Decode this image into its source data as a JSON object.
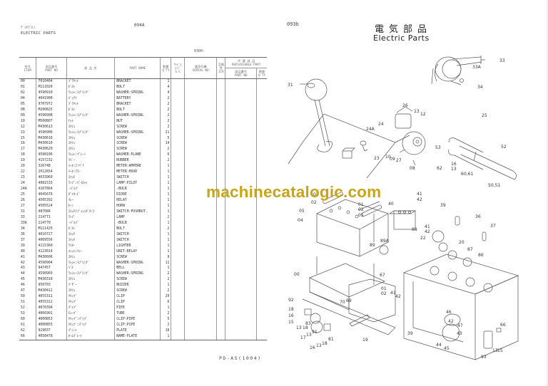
{
  "left_page": {
    "page_code": "094A",
    "header_jp": "ﾃﾞﾝｷﾌﾞﾋﾝ",
    "header_en": "ELECTRIC PARTS",
    "serial_range": "0300-",
    "columns": {
      "item": [
        "符号",
        "ITEM"
      ],
      "part_no": [
        "部品番号",
        "PART NO"
      ],
      "name_jp": "部 品 名",
      "part_name": "PART NAME",
      "qty": [
        "数量",
        "Q'TY"
      ],
      "sc": [
        "ｻｰﾋﾞｽ",
        "ｺｰﾄﾞ",
        "S-C"
      ],
      "serial": [
        "適用号機",
        "SERIAL NO"
      ],
      "ica": [
        "互換性",
        "ICA"
      ],
      "replaceable": "代 替 部 品",
      "replaceable_en": "REPLACEABLE PART",
      "r_part_no": [
        "部品番号",
        "PART NO"
      ],
      "r_qty": [
        "数量",
        "Q'TY"
      ]
    },
    "rows": [
      {
        "item": "00",
        "part_no": "7010404",
        "name_jp": "ﾌﾞﾗｹｯﾄ",
        "part_name": "BRACKET",
        "qty": "1"
      },
      {
        "item": "01",
        "part_no": "M111020",
        "name_jp": "ﾎﾞﾙﾄ",
        "part_name": "BOLT",
        "qty": "4"
      },
      {
        "item": "02",
        "part_no": "4590910",
        "name_jp": "ﾜｯｼｬ:ｽﾌﾟﾘﾝｸﾞ",
        "part_name": "WASHER:SPRING",
        "qty": "4"
      },
      {
        "item": "04",
        "part_no": "4041908",
        "name_jp": "ﾊﾞｯﾃﾘ",
        "part_name": "BATTERY",
        "qty": "2"
      },
      {
        "item": "05",
        "part_no": "9707972",
        "name_jp": "ﾌﾞﾗｹｯﾄ",
        "part_name": "BRACKET",
        "qty": "2"
      },
      {
        "item": "08",
        "part_no": "M200825",
        "name_jp": "ﾎﾞﾙﾄ",
        "part_name": "BOLT",
        "qty": "2"
      },
      {
        "item": "09",
        "part_no": "4590908",
        "name_jp": "ﾜｯｼｬ:ｽﾌﾟﾘﾝｸﾞ",
        "part_name": "WASHER:SPRING",
        "qty": "2"
      },
      {
        "item": "10",
        "part_no": "M500807",
        "name_jp": "ﾅｯﾄ",
        "part_name": "NUT",
        "qty": "2"
      },
      {
        "item": "12",
        "part_no": "M430613",
        "name_jp": "ｽｸﾘｭ",
        "part_name": "SCREW",
        "qty": "2"
      },
      {
        "item": "13",
        "part_no": "4590906",
        "name_jp": "ﾜｯｼｬ:ｽﾌﾟﾘﾝｸﾞ",
        "part_name": "WASHER:SPRING",
        "qty": "21"
      },
      {
        "item": "15",
        "part_no": "M430616",
        "name_jp": "ｽｸﾘｭ",
        "part_name": "SCREW",
        "qty": "5"
      },
      {
        "item": "16",
        "part_no": "M430610",
        "name_jp": "ｽｸﾘｭ",
        "part_name": "SCREW",
        "qty": "14"
      },
      {
        "item": "17",
        "part_no": "M430620",
        "name_jp": "ｽｸﾘｭ",
        "part_name": "SCREW",
        "qty": "2"
      },
      {
        "item": "18",
        "part_no": "4590106",
        "name_jp": "ﾜｯｼｬ:ﾌﾟﾚｰﾝ",
        "part_name": "WASHER:PLANE",
        "qty": "6"
      },
      {
        "item": "19",
        "part_no": "4157232",
        "name_jp": "ﾗﾊﾞｰ",
        "part_name": "RUBBER",
        "qty": "2"
      },
      {
        "item": "20",
        "part_no": "326748",
        "name_jp": "ﾒｰﾀ:ｱﾝﾍﾟｱ",
        "part_name": "METER:AMPERE",
        "qty": "1"
      },
      {
        "item": "22",
        "part_no": "2012654",
        "name_jp": "ﾒｰﾀ:ｱﾜｰ",
        "part_name": "METER:HOUR",
        "qty": "1"
      },
      {
        "item": "23",
        "part_no": "4033969",
        "name_jp": "ｽｲｯﾁ",
        "part_name": "SWITCH",
        "qty": "1"
      },
      {
        "item": "24",
        "part_no": "4081533",
        "name_jp": "ﾗﾝﾌﾟ:ﾊﾟｲﾛｯﾄ",
        "part_name": "LAMP:PILOT",
        "qty": "1"
      },
      {
        "item": "24A",
        "part_no": "4107864",
        "name_jp": "-ﾊﾞﾙﾌﾞ",
        "part_name": "-BULB",
        "qty": "1"
      },
      {
        "item": "25",
        "part_no": "4045676",
        "name_jp": "ﾀﾞｲｵｰﾄﾞ",
        "part_name": "DIODE",
        "qty": "1"
      },
      {
        "item": "26",
        "part_no": "4505392",
        "name_jp": "ﾘﾚｰ",
        "part_name": "RELAY",
        "qty": "1"
      },
      {
        "item": "27",
        "part_no": "4505524",
        "name_jp": "ﾎｰﾝ",
        "part_name": "HORN",
        "qty": "1"
      },
      {
        "item": "31",
        "part_no": "487086",
        "name_jp": "ｽｲｯﾁ(ﾌﾟｯｼｭﾎﾞﾀﾝ)",
        "part_name": "SWITCH:PUSHBUT.",
        "qty": "1"
      },
      {
        "item": "33",
        "part_no": "214771",
        "name_jp": "ﾗﾝﾌﾟ",
        "part_name": "LAMP",
        "qty": "2"
      },
      {
        "item": "33A",
        "part_no": "214770",
        "name_jp": "-ﾊﾞﾙﾌﾞ",
        "part_name": "-BULB",
        "qty": "1"
      },
      {
        "item": "34",
        "part_no": "M111425",
        "name_jp": "ﾎﾞﾙﾄ",
        "part_name": "BOLT",
        "qty": "2"
      },
      {
        "item": "36",
        "part_no": "4016727",
        "name_jp": "ｽｲｯﾁ",
        "part_name": "SWITCH",
        "qty": "1"
      },
      {
        "item": "37",
        "part_no": "4009556",
        "name_jp": "ｽｲｯﾁ",
        "part_name": "SWITCH",
        "qty": "1"
      },
      {
        "item": "39",
        "part_no": "4115360",
        "name_jp": "ﾗｲﾀｰ",
        "part_name": "LIGHTER",
        "qty": "1"
      },
      {
        "item": "40",
        "part_no": "4123014",
        "name_jp": "ﾕﾆｯﾄ:ﾘﾚｰ",
        "part_name": "UNIT:RELAY",
        "qty": "1"
      },
      {
        "item": "41",
        "part_no": "M430606",
        "name_jp": "ｽｸﾘｭ",
        "part_name": "SCREW",
        "qty": "9"
      },
      {
        "item": "42",
        "part_no": "4590904",
        "name_jp": "ﾜｯｼｬ:ｽﾌﾟﾘﾝｸﾞ",
        "part_name": "WASHER:SPRING",
        "qty": "11"
      },
      {
        "item": "43",
        "part_no": "947457",
        "name_jp": "ﾍﾞﾙ",
        "part_name": "BELL",
        "qty": "1"
      },
      {
        "item": "44",
        "part_no": "4590903",
        "name_jp": "ﾜｯｼｬ:ｽﾌﾟﾘﾝｸﾞ",
        "part_name": "WASHER:SPRING",
        "qty": "2"
      },
      {
        "item": "45",
        "part_no": "M430310",
        "name_jp": "ｽｸﾘｭ",
        "part_name": "SCREW",
        "qty": "2"
      },
      {
        "item": "46",
        "part_no": "950703",
        "name_jp": "ﾌﾞｻﾞｰ",
        "part_name": "BUZZER",
        "qty": "1"
      },
      {
        "item": "47",
        "part_no": "M430412",
        "name_jp": "ｽｸﾘｭ",
        "part_name": "SCREW",
        "qty": "2"
      },
      {
        "item": "50",
        "part_no": "4055311",
        "name_jp": "ｸﾘｯﾌﾟ",
        "part_name": "CLIP",
        "qty": "20"
      },
      {
        "item": "51",
        "part_no": "4055312",
        "name_jp": "ｸﾘｯﾌﾟ",
        "part_name": "CLIP",
        "qty": "6"
      },
      {
        "item": "52",
        "part_no": "4070394",
        "name_jp": "ﾊﾟｲﾌﾟ",
        "part_name": "PIPE",
        "qty": "1"
      },
      {
        "item": "53",
        "part_no": "4066901",
        "name_jp": "ﾁｭｰﾌﾞ",
        "part_name": "TUBE",
        "qty": "2"
      },
      {
        "item": "60",
        "part_no": "4000853",
        "name_jp": "ｸﾘｯﾌﾟ:ﾊﾟｲﾌﾟ",
        "part_name": "CLIP:PIPE",
        "qty": "5"
      },
      {
        "item": "61",
        "part_no": "4000855",
        "name_jp": "ｸﾘｯﾌﾟ:ﾊﾟｲﾌﾟ",
        "part_name": "CLIP:PIPE",
        "qty": "2"
      },
      {
        "item": "62",
        "part_no": "929037",
        "name_jp": "ﾌﾟﾚｰﾄ",
        "part_name": "PLATE",
        "qty": "10"
      },
      {
        "item": "66",
        "part_no": "4058478",
        "name_jp": "ﾈｰﾑﾌﾟﾚｰﾄ",
        "part_name": "NAME-PLATE",
        "qty": "1"
      }
    ]
  },
  "right_page": {
    "page_code": "093b",
    "title_jp": "電気部品",
    "title_en": "Electric Parts",
    "callouts": [
      "33",
      "33A",
      "34",
      "31",
      "26",
      "13",
      "12",
      "25",
      "24",
      "24A",
      "23",
      "10",
      "09",
      "27",
      "08",
      "53",
      "52",
      "16",
      "13",
      "62",
      "60,61",
      "50,51",
      "01",
      "02",
      "05",
      "01",
      "02",
      "05",
      "04",
      "40",
      "41",
      "42",
      "39",
      "41",
      "42",
      "88",
      "22",
      "36",
      "37",
      "89",
      "89A",
      "20",
      "87",
      "86",
      "00",
      "67",
      "01",
      "02",
      "41",
      "42",
      "70",
      "69",
      "92",
      "18",
      "16",
      "15",
      "13",
      "18",
      "83",
      "17",
      "13",
      "91",
      "16",
      "13",
      "18",
      "81",
      "19",
      "46",
      "42",
      "47",
      "43",
      "39",
      "44",
      "45",
      "66",
      "13",
      "15",
      "93"
    ]
  },
  "watermark": "machinecatalogic.com",
  "footer_code": "PD-AS(1004)"
}
